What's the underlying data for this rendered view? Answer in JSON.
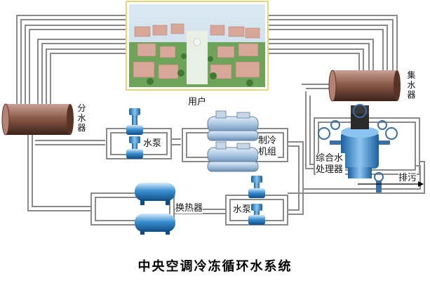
{
  "labels": {
    "user": "用户",
    "distributor": "分水器",
    "collector": "集水器",
    "pump_top": "水泵",
    "pump_bottom": "水泵",
    "chiller": "制冷机组",
    "heat_exchanger": "换热器",
    "water_treatment": "综合水处理器",
    "drain": "排污"
  },
  "caption": "中央空调冷冻循环水系统",
  "colors": {
    "pipe": "#8a8a8a",
    "vessel": "#7a4b3d",
    "equipment": "#3a8fd0",
    "chiller": "#a8c4e0"
  }
}
